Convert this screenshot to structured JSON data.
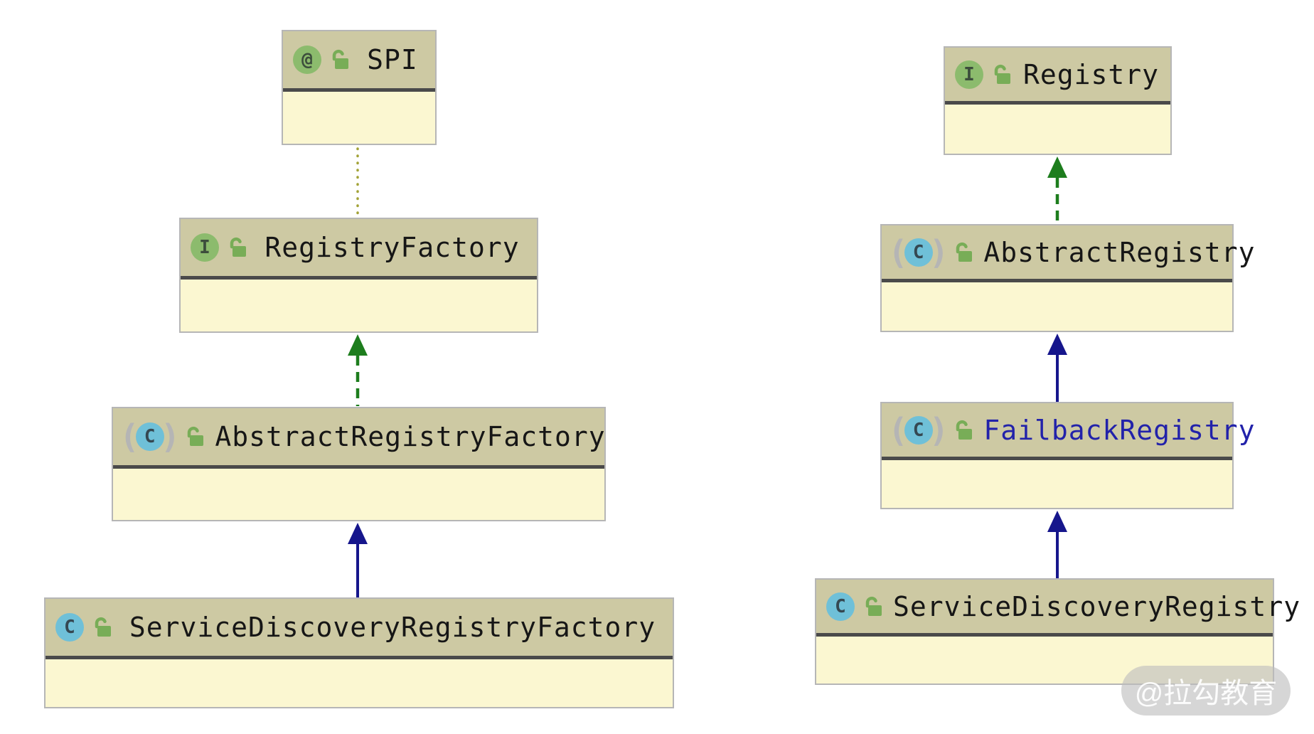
{
  "diagram_title": "Dubbo registry UML class hierarchy",
  "colors": {
    "background": "#ffffff",
    "header_fill": "#cdc9a3",
    "body_fill": "#fbf7d1",
    "box_border": "#b6b6b6",
    "divider": "#4a4a4a",
    "title_text": "#161616",
    "failback_title_text": "#2222aa",
    "annotation_icon_green": "#8cbb6d",
    "class_icon_blue": "#6fc0d8",
    "lock_green": "#78ad57",
    "extends_arrow_navy": "#16168c",
    "implements_arrow_green": "#1d7d1d",
    "annotation_edge_olive": "#a2a236",
    "watermark_bg": "#bdbdbd",
    "watermark_text": "#ffffff"
  },
  "icons": {
    "paren_open": "(",
    "paren_close": ")",
    "lock": "open-lock"
  },
  "classes": {
    "spi": {
      "name": "SPI",
      "stereotype": "annotation",
      "icon_glyph": "@"
    },
    "registry_factory": {
      "name": "RegistryFactory",
      "stereotype": "interface",
      "icon_glyph": "I"
    },
    "abstract_registry_factory": {
      "name": "AbstractRegistryFactory",
      "stereotype": "abstract-class",
      "icon_glyph": "C"
    },
    "service_discovery_registry_factory": {
      "name": "ServiceDiscoveryRegistryFactory",
      "stereotype": "class",
      "icon_glyph": "C"
    },
    "registry": {
      "name": "Registry",
      "stereotype": "interface",
      "icon_glyph": "I"
    },
    "abstract_registry": {
      "name": "AbstractRegistry",
      "stereotype": "abstract-class",
      "icon_glyph": "C"
    },
    "failback_registry": {
      "name": "FailbackRegistry",
      "stereotype": "abstract-class",
      "icon_glyph": "C",
      "name_color": "#2222aa"
    },
    "service_discovery_registry": {
      "name": "ServiceDiscoveryRegistry",
      "stereotype": "class",
      "icon_glyph": "C"
    }
  },
  "edges": [
    {
      "from": "RegistryFactory",
      "to": "SPI",
      "type": "annotated-with",
      "style": "dotted",
      "color": "#a2a236"
    },
    {
      "from": "AbstractRegistryFactory",
      "to": "RegistryFactory",
      "type": "implements",
      "style": "dashed-arrow",
      "color": "#1d7d1d"
    },
    {
      "from": "ServiceDiscoveryRegistryFactory",
      "to": "AbstractRegistryFactory",
      "type": "extends",
      "style": "solid-arrow",
      "color": "#16168c"
    },
    {
      "from": "AbstractRegistry",
      "to": "Registry",
      "type": "implements",
      "style": "dashed-arrow",
      "color": "#1d7d1d"
    },
    {
      "from": "FailbackRegistry",
      "to": "AbstractRegistry",
      "type": "extends",
      "style": "solid-arrow",
      "color": "#16168c"
    },
    {
      "from": "ServiceDiscoveryRegistry",
      "to": "FailbackRegistry",
      "type": "extends",
      "style": "solid-arrow",
      "color": "#16168c"
    }
  ],
  "watermark": {
    "label": "@拉勾教育"
  }
}
